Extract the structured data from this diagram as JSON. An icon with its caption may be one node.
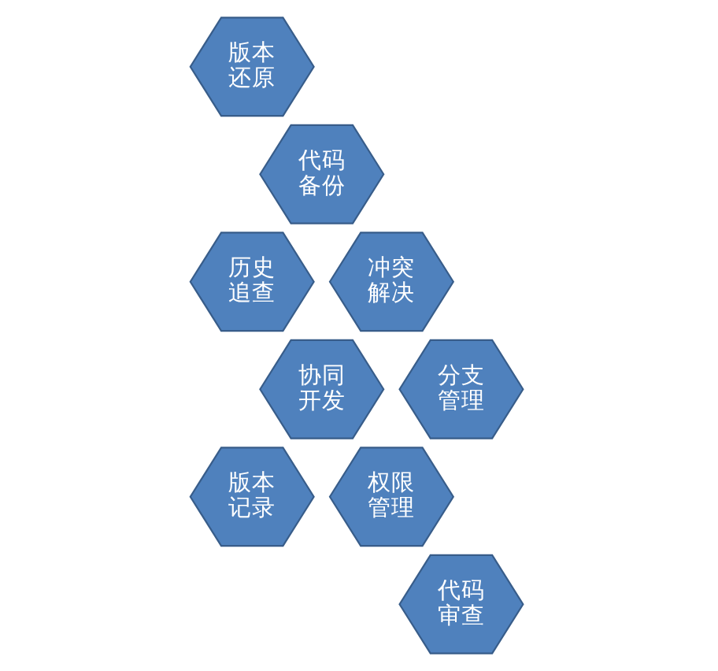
{
  "diagram": {
    "nodes": [
      {
        "text": [
          "版本还原"
        ]
      },
      {
        "text": [
          "代码备份"
        ]
      },
      {
        "text": [
          "冲突解决"
        ]
      },
      {
        "text": [
          "历史追查"
        ]
      },
      {
        "text": [
          "协同开发"
        ]
      },
      {
        "text": [
          "分支管理"
        ]
      },
      {
        "text": [
          "权限管理"
        ]
      },
      {
        "text": [
          "版本记录"
        ]
      },
      {
        "text": [
          "代码审查"
        ]
      }
    ]
  }
}
